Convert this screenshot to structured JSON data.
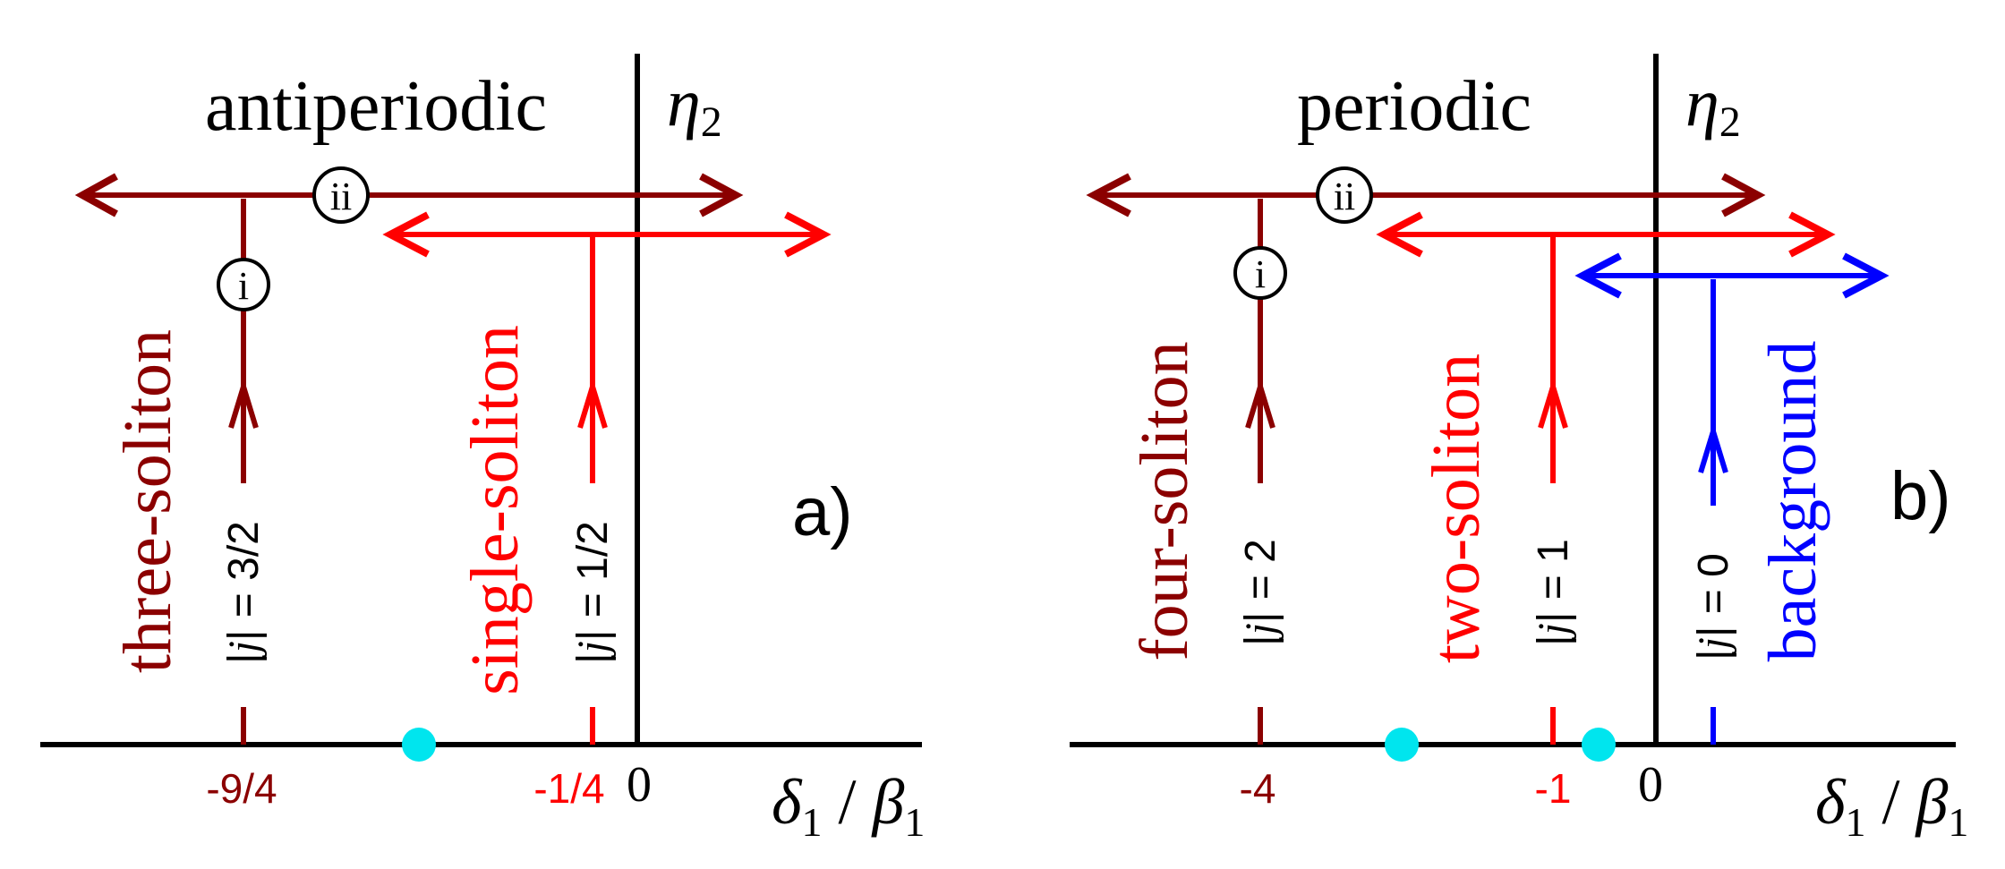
{
  "colors": {
    "axis": "#000000",
    "dark_red": "#8b0000",
    "red": "#ff0000",
    "blue": "#0000ff",
    "cyan": "#00e5ee"
  },
  "panel_a": {
    "title": "antiperiodic",
    "eta": "η",
    "eta_sub": "2",
    "x_label": {
      "delta": "δ",
      "sub1": "1",
      "slash": " / ",
      "beta": "β",
      "sub2": "1"
    },
    "panel_label": "a)",
    "zero": "0",
    "ticks": [
      "-9/4",
      "-1/4"
    ],
    "circles": [
      "i",
      "ii"
    ],
    "branches": [
      {
        "name": "three-soliton",
        "j_prefix": "|",
        "j_var": "j",
        "j_suffix": "| = 3/2"
      },
      {
        "name": "single-soliton",
        "j_prefix": "|",
        "j_var": "j",
        "j_suffix": "| = 1/2"
      }
    ]
  },
  "panel_b": {
    "title": "periodic",
    "eta": "η",
    "eta_sub": "2",
    "x_label": {
      "delta": "δ",
      "sub1": "1",
      "slash": " / ",
      "beta": "β",
      "sub2": "1"
    },
    "panel_label": "b)",
    "zero": "0",
    "ticks": [
      "-4",
      "-1"
    ],
    "circles": [
      "i",
      "ii"
    ],
    "branches": [
      {
        "name": "four-soliton",
        "j_prefix": "|",
        "j_var": "j",
        "j_suffix": "| = 2"
      },
      {
        "name": "two-soliton",
        "j_prefix": "|",
        "j_var": "j",
        "j_suffix": "| = 1"
      },
      {
        "name": "background",
        "j_prefix": "|",
        "j_var": "j",
        "j_suffix": "| = 0"
      }
    ]
  }
}
